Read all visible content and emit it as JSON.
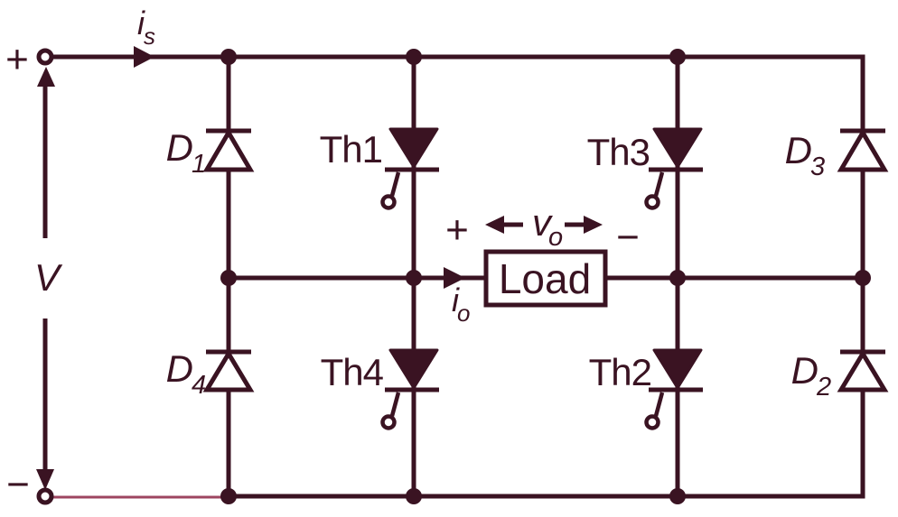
{
  "colors": {
    "ink": "#3a1322",
    "thin_wire": "#9e4560",
    "background": "#ffffff"
  },
  "source": {
    "plus": "+",
    "minus": "−",
    "voltage_label": "V"
  },
  "currents": {
    "source_current": {
      "main": "i",
      "sub": "s"
    },
    "output_current": {
      "main": "i",
      "sub": "o"
    }
  },
  "output_voltage": {
    "plus": "+",
    "main": "v",
    "sub": "o",
    "minus": "−"
  },
  "load": {
    "label": "Load"
  },
  "thyristors": {
    "th1": "Th1",
    "th2": "Th2",
    "th3": "Th3",
    "th4": "Th4"
  },
  "diodes": {
    "d1": {
      "main": "D",
      "sub": "1"
    },
    "d2": {
      "main": "D",
      "sub": "2"
    },
    "d3": {
      "main": "D",
      "sub": "3"
    },
    "d4": {
      "main": "D",
      "sub": "4"
    }
  }
}
